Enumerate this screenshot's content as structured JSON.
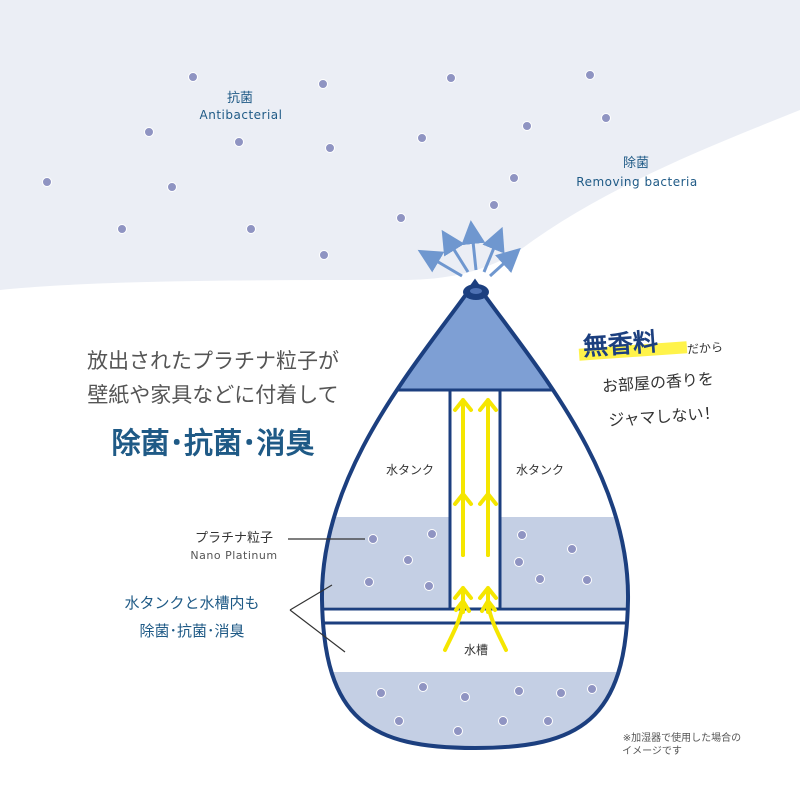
{
  "labels": {
    "antibacterial_jp": "抗菌",
    "antibacterial_en": "Antibacterial",
    "removing_jp": "除菌",
    "removing_en": "Removing bacteria",
    "headline_line1": "放出されたプラチナ粒子が",
    "headline_line2": "壁紙や家具などに付着して",
    "headline_main": "除菌･抗菌･消臭",
    "fragrance_bold": "無香料",
    "fragrance_small": "だから",
    "fragrance_line2": "お部屋の香りを",
    "fragrance_line3": "ジャマしない！",
    "tank_left": "水タンク",
    "tank_right": "水タンク",
    "particle_jp": "プラチナ粒子",
    "particle_en": "Nano Platinum",
    "inside_line1": "水タンクと水槽内も",
    "inside_line2": "除菌･抗菌･消臭",
    "basin": "水槽",
    "note_line1": "※加湿器で使用した場合の",
    "note_line2": "イメージです"
  },
  "colors": {
    "navy": "#1c3f7f",
    "teal_text": "#1f5a86",
    "sky_bg": "#eceff6",
    "water": "#c4cfe4",
    "top_cap": "#7e9fd4",
    "particle": "#8f94c2",
    "arrow_yellow": "#f5e600",
    "mist_arrow": "#6f97cf",
    "highlight": "#fff34a"
  }
}
